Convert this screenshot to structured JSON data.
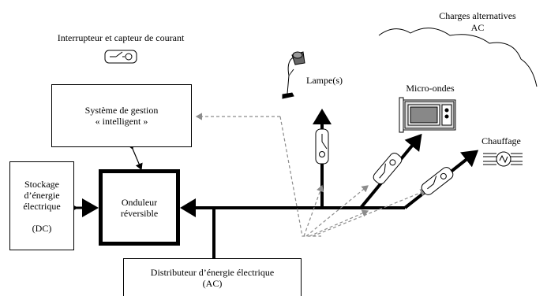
{
  "labels": {
    "ac_loads": "Charges alternatives",
    "ac_loads_2": "AC",
    "switch_sensor": "Interrupteur et capteur de courant",
    "management_1": "Système de gestion",
    "management_2": "« intelligent »",
    "storage_1": "Stockage",
    "storage_2": "d’énergie",
    "storage_3": "électrique",
    "storage_4": "(DC)",
    "inverter_1": "Onduleur",
    "inverter_2": "réversible",
    "grid_1": "Distributeur d’énergie électrique",
    "grid_2": "(AC)",
    "lamp": "Lampe(s)",
    "microwave": "Micro-ondes",
    "heating": "Chauffage"
  },
  "colors": {
    "line": "#000000",
    "dashed": "#8c8c8c",
    "background": "#ffffff"
  }
}
